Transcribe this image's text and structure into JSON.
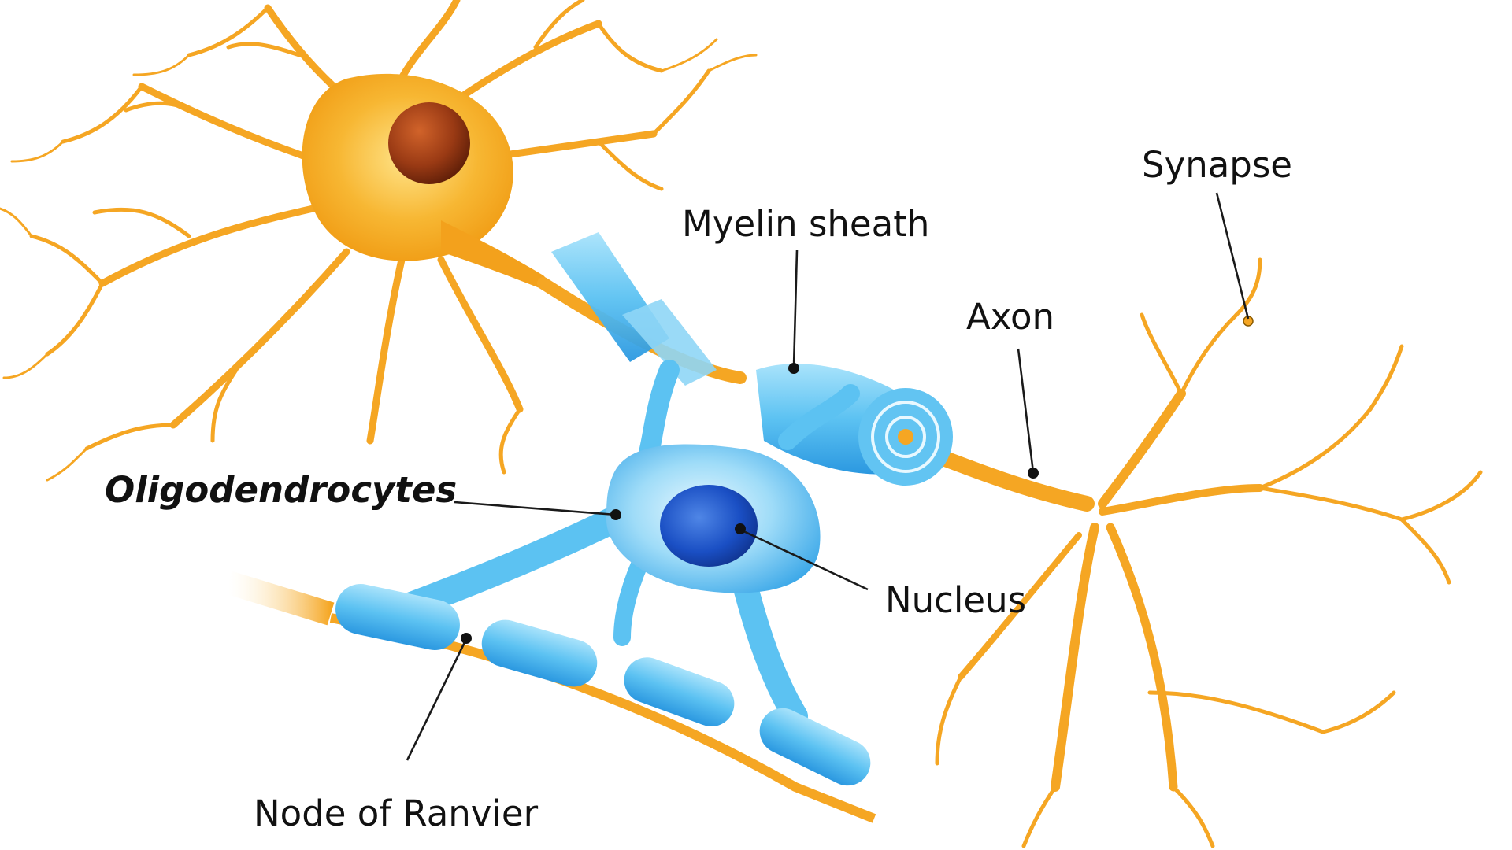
{
  "colors": {
    "neuron_orange": "#f5a623",
    "neuron_light": "#ffd15c",
    "neuron_nucleus": "#8a2f12",
    "glia_blue": "#38a9ec",
    "glia_light": "#bfe8fb",
    "glia_nucleus": "#1547b8",
    "label_text": "#111111"
  },
  "labels": {
    "synapse": "Synapse",
    "myelin_sheath": "Myelin sheath",
    "axon": "Axon",
    "oligodendrocytes": "Oligodendrocytes",
    "nucleus": "Nucleus",
    "node_of_ranvier": "Node of Ranvier"
  }
}
